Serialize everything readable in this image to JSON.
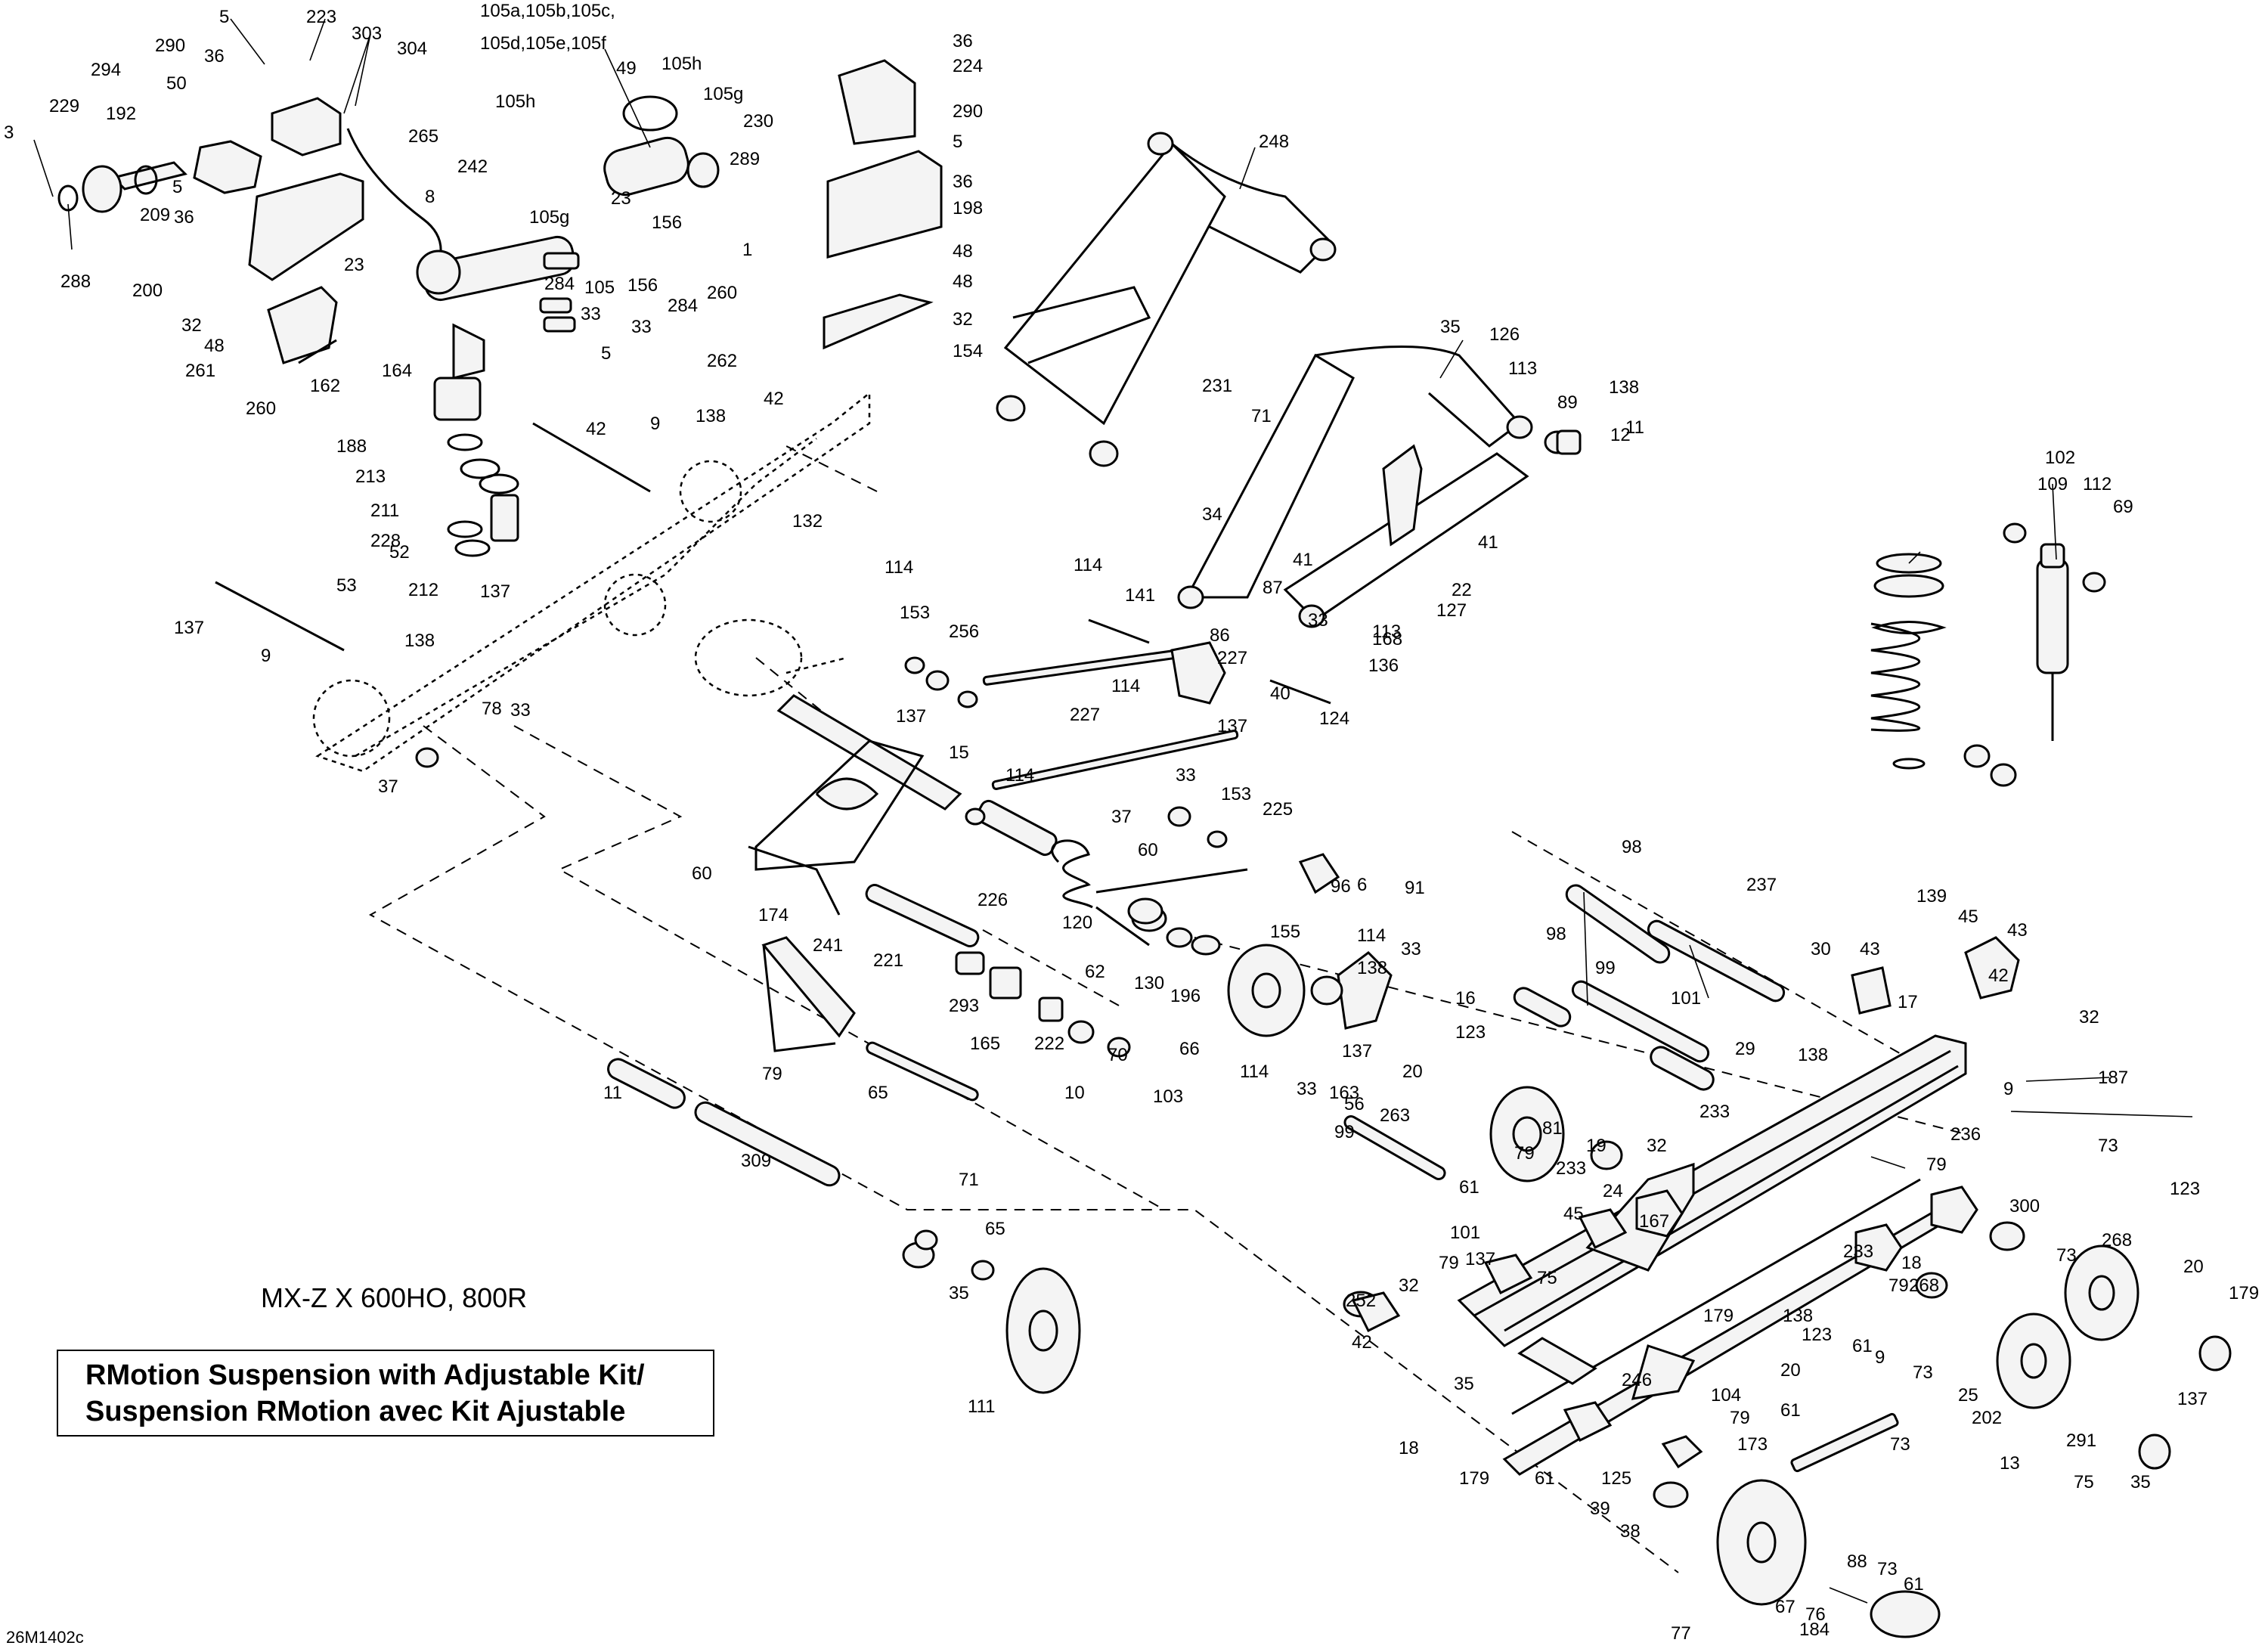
{
  "model": "MX-Z X 600HO, 800R",
  "title": {
    "line1": "RMotion Suspension with Adjustable Kit/",
    "line2": "Suspension RMotion avec Kit Ajustable"
  },
  "reference_code": "26M1402c",
  "part_labels": [
    "3",
    "5",
    "36",
    "223",
    "303",
    "304",
    "290",
    "294",
    "50",
    "229",
    "192",
    "5",
    "36",
    "288",
    "209",
    "200",
    "32",
    "48",
    "261",
    "260",
    "162",
    "164",
    "188",
    "213",
    "211",
    "228",
    "52",
    "53",
    "212",
    "265",
    "242",
    "8",
    "23",
    "105a,105b,105c,",
    "105d,105e,105f",
    "49",
    "105h",
    "105h",
    "105g",
    "105g",
    "230",
    "289",
    "1",
    "23",
    "156",
    "105",
    "156",
    "284",
    "33",
    "284",
    "33",
    "5",
    "36",
    "224",
    "290",
    "5",
    "36",
    "198",
    "48",
    "260",
    "48",
    "262",
    "32",
    "154",
    "248",
    "35",
    "126",
    "113",
    "89",
    "138",
    "12",
    "11",
    "231",
    "71",
    "34",
    "41",
    "22",
    "41",
    "168",
    "127",
    "87",
    "33",
    "113",
    "40",
    "136",
    "124",
    "42",
    "9",
    "138",
    "42",
    "132",
    "137",
    "9",
    "138",
    "137",
    "78",
    "33",
    "37",
    "114",
    "153",
    "256",
    "137",
    "114",
    "141",
    "86",
    "114",
    "227",
    "137",
    "15",
    "227",
    "114",
    "37",
    "33",
    "153",
    "225",
    "60",
    "60",
    "174",
    "241",
    "226",
    "120",
    "221",
    "293",
    "165",
    "222",
    "70",
    "10",
    "103",
    "79",
    "62",
    "130",
    "196",
    "66",
    "155",
    "114",
    "114",
    "138",
    "16",
    "123",
    "20",
    "137",
    "33",
    "56",
    "263",
    "33",
    "96",
    "91",
    "6",
    "163",
    "99",
    "98",
    "237",
    "98",
    "99",
    "101",
    "81",
    "30",
    "43",
    "139",
    "45",
    "43",
    "17",
    "42",
    "32",
    "29",
    "138",
    "9",
    "187",
    "73",
    "61",
    "79",
    "233",
    "19",
    "32",
    "24",
    "233",
    "79",
    "236",
    "300",
    "167",
    "45",
    "101",
    "137",
    "79",
    "75",
    "32",
    "252",
    "42",
    "35",
    "18",
    "233",
    "18",
    "79",
    "138",
    "9",
    "61",
    "73",
    "268",
    "123",
    "179",
    "20",
    "61",
    "73",
    "268",
    "123",
    "20",
    "179",
    "137",
    "25",
    "202",
    "13",
    "291",
    "75",
    "35",
    "246",
    "104",
    "79",
    "173",
    "73",
    "61",
    "125",
    "39",
    "179",
    "38",
    "77",
    "67",
    "76",
    "88",
    "73",
    "61",
    "184",
    "11",
    "65",
    "309",
    "71",
    "65",
    "35",
    "111",
    "102",
    "109",
    "112",
    "69"
  ]
}
